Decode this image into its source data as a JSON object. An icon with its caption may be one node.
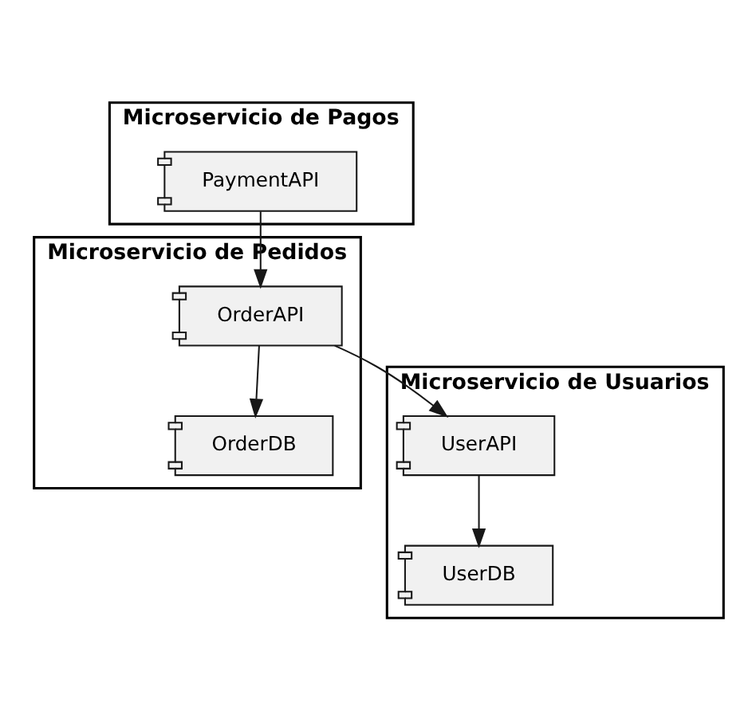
{
  "diagram": {
    "nodes": [
      {
        "text": [
          "Microservicio de Pagos"
        ]
      },
      {
        "text": [
          "PaymentAPI"
        ],
        "in": 0
      },
      {
        "text": [
          "Microservicio de Pedidos"
        ]
      },
      {
        "text": [
          "OrderAPI"
        ],
        "in": 2
      },
      {
        "text": [
          "OrderDB"
        ],
        "in": 2
      },
      {
        "text": [
          "Microservicio de Usuarios"
        ]
      },
      {
        "text": [
          "UserAPI"
        ],
        "in": 5
      },
      {
        "text": [
          "UserDB"
        ],
        "in": 5
      }
    ],
    "edges": [
      {
        "from": 1,
        "to": 3,
        "arrow": "to"
      },
      {
        "from": 3,
        "to": 4,
        "arrow": "to"
      },
      {
        "from": 3,
        "to": 6,
        "arrow": "to"
      },
      {
        "from": 6,
        "to": 7,
        "arrow": "to"
      }
    ]
  }
}
